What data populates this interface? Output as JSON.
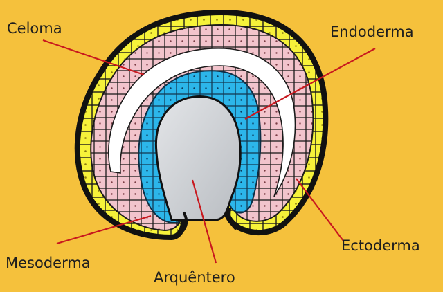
{
  "labels": {
    "celoma": "Celoma",
    "endoderma": "Endoderma",
    "mesoderma": "Mesoderma",
    "arquentero": "Arquêntero",
    "ectoderma": "Ectoderma"
  },
  "colors": {
    "background": "#F5C13C",
    "outline": "#111111",
    "ectoderm": "#F6F23A",
    "mesoderm": "#F2C4CC",
    "endoderm": "#2CB6EA",
    "coelom": "#FFFFFF",
    "archenteron": "#D3D6DA",
    "pointer": "#C8181E"
  }
}
